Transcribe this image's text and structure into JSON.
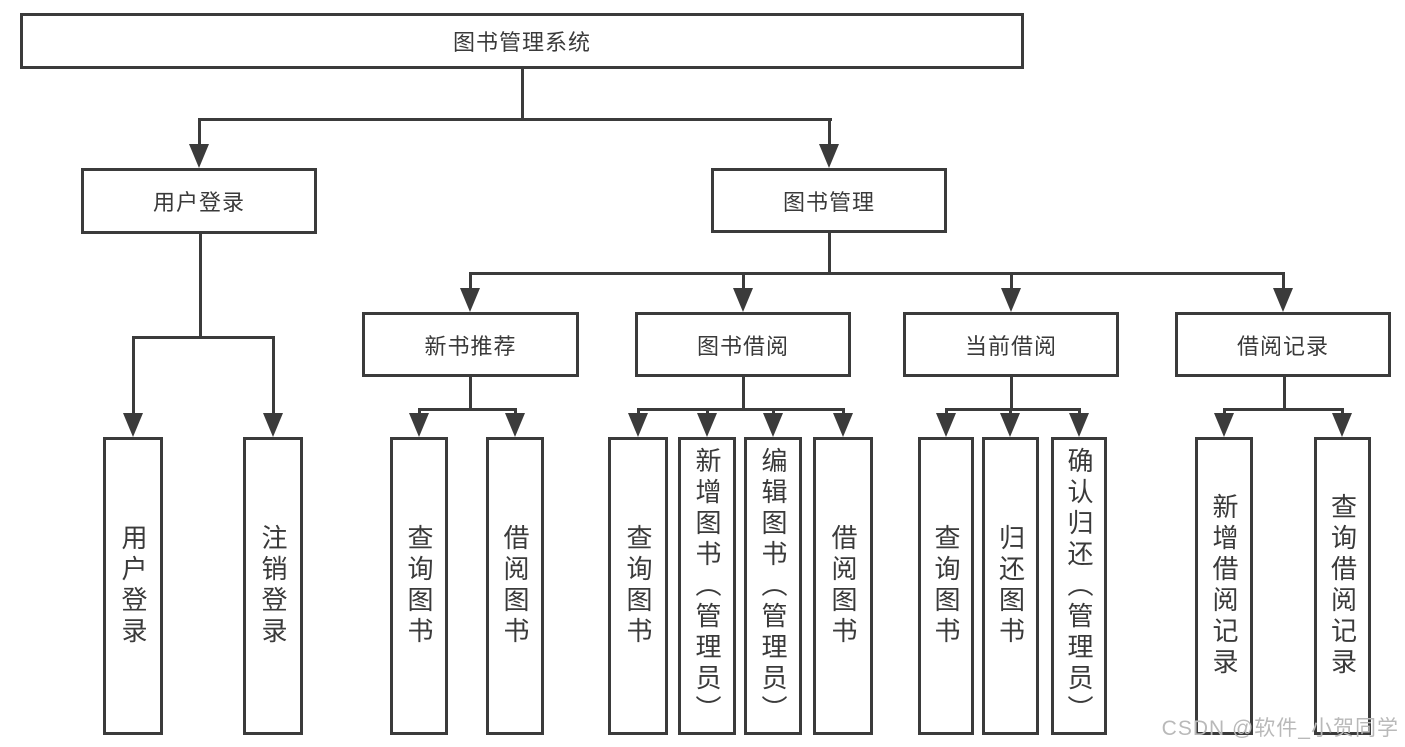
{
  "diagram": {
    "title": "图书管理系统",
    "type": "hierarchy-tree",
    "hierarchy": {
      "root": "图书管理系统",
      "children": [
        {
          "label": "用户登录",
          "children": [
            "用户登录",
            "注销登录"
          ]
        },
        {
          "label": "图书管理",
          "children": [
            {
              "label": "新书推荐",
              "children": [
                "查询图书",
                "借阅图书"
              ]
            },
            {
              "label": "图书借阅",
              "children": [
                "查询图书",
                "新增图书（管理员）",
                "编辑图书（管理员）",
                "借阅图书"
              ]
            },
            {
              "label": "当前借阅",
              "children": [
                "查询图书",
                "归还图书",
                "确认归还（管理员）"
              ]
            },
            {
              "label": "借阅记录",
              "children": [
                "新增借阅记录",
                "查询借阅记录"
              ]
            }
          ]
        }
      ]
    }
  },
  "nodes": {
    "root": {
      "label": "图书管理系统"
    },
    "user_login": {
      "label": "用户登录"
    },
    "book_mgmt": {
      "label": "图书管理"
    },
    "login": {
      "label": "用户登录"
    },
    "logout": {
      "label": "注销登录"
    },
    "new_book_rec": {
      "label": "新书推荐"
    },
    "book_borrow": {
      "label": "图书借阅"
    },
    "cur_borrow": {
      "label": "当前借阅"
    },
    "borrow_rec": {
      "label": "借阅记录"
    },
    "rec_query": {
      "label": "查询图书"
    },
    "rec_borrow": {
      "label": "借阅图书"
    },
    "bb_query": {
      "label": "查询图书"
    },
    "bb_add": {
      "label": "新增图书（管理员）"
    },
    "bb_edit": {
      "label": "编辑图书（管理员）"
    },
    "bb_borrow": {
      "label": "借阅图书"
    },
    "cb_query": {
      "label": "查询图书"
    },
    "cb_return": {
      "label": "归还图书"
    },
    "cb_confirm": {
      "label": "确认归还（管理员）"
    },
    "br_add": {
      "label": "新增借阅记录"
    },
    "br_query": {
      "label": "查询借阅记录"
    }
  },
  "watermark": {
    "text": "CSDN @软件_小贺同学",
    "color": "#b9b9b9"
  },
  "colors": {
    "line": "#3b3b3b",
    "text": "#3a3a3a",
    "background": "#ffffff"
  }
}
